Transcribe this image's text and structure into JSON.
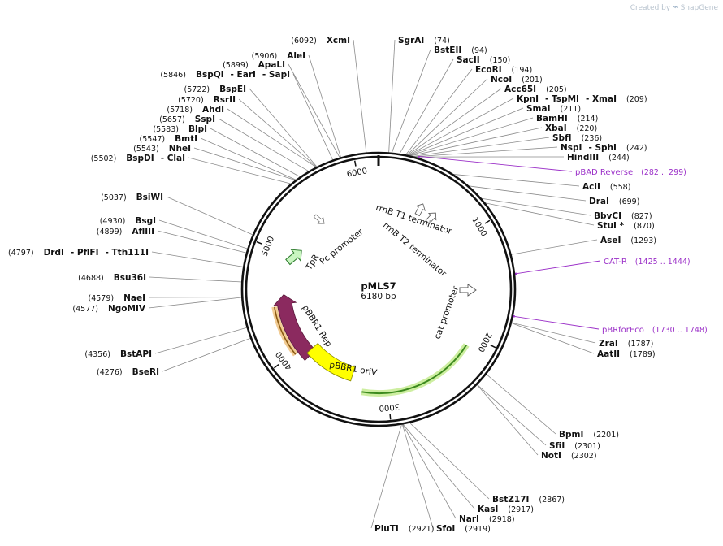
{
  "brand": {
    "prefix": "Created by",
    "name": "SnapGene"
  },
  "plasmid": {
    "name": "pMLS7",
    "length": 6180,
    "length_label": "6180 bp"
  },
  "ticks": [
    {
      "pos": 1000,
      "label": "1000"
    },
    {
      "pos": 2000,
      "label": "2000"
    },
    {
      "pos": 3000,
      "label": "3000"
    },
    {
      "pos": 4000,
      "label": "4000"
    },
    {
      "pos": 5000,
      "label": "5000"
    },
    {
      "pos": 6000,
      "label": "6000"
    }
  ],
  "sites_right": [
    {
      "parts": [
        "SgrAI"
      ],
      "pos": "(74)",
      "bp": 74
    },
    {
      "parts": [
        "BstEII"
      ],
      "pos": "(94)",
      "bp": 94
    },
    {
      "parts": [
        "SacII"
      ],
      "pos": "(150)",
      "bp": 150
    },
    {
      "parts": [
        "EcoRI"
      ],
      "pos": "(194)",
      "bp": 194
    },
    {
      "parts": [
        "NcoI"
      ],
      "pos": "(201)",
      "bp": 201
    },
    {
      "parts": [
        "Acc65I"
      ],
      "pos": "(205)",
      "bp": 205
    },
    {
      "parts": [
        "KpnI",
        "- TspMI",
        "- XmaI"
      ],
      "pos": "(209)",
      "bp": 209
    },
    {
      "parts": [
        "SmaI"
      ],
      "pos": "(211)",
      "bp": 211
    },
    {
      "parts": [
        "BamHI"
      ],
      "pos": "(214)",
      "bp": 214
    },
    {
      "parts": [
        "XbaI"
      ],
      "pos": "(220)",
      "bp": 220
    },
    {
      "parts": [
        "SbfI"
      ],
      "pos": "(236)",
      "bp": 236
    },
    {
      "parts": [
        "NspI",
        "- SphI"
      ],
      "pos": "(242)",
      "bp": 242
    },
    {
      "parts": [
        "HindIII"
      ],
      "pos": "(244)",
      "bp": 244
    },
    {
      "parts": [
        "AclI"
      ],
      "pos": "(558)",
      "bp": 558
    },
    {
      "parts": [
        "DraI"
      ],
      "pos": "(699)",
      "bp": 699
    },
    {
      "parts": [
        "BbvCI"
      ],
      "pos": "(827)",
      "bp": 827
    },
    {
      "parts": [
        "StuI *"
      ],
      "pos": "(870)",
      "bp": 870
    },
    {
      "parts": [
        "AseI"
      ],
      "pos": "(1293)",
      "bp": 1293
    },
    {
      "parts": [
        "ZraI"
      ],
      "pos": "(1787)",
      "bp": 1787
    },
    {
      "parts": [
        "AatII"
      ],
      "pos": "(1789)",
      "bp": 1789
    },
    {
      "parts": [
        "BpmI"
      ],
      "pos": "(2201)",
      "bp": 2201
    },
    {
      "parts": [
        "SfiI"
      ],
      "pos": "(2301)",
      "bp": 2301
    },
    {
      "parts": [
        "NotI"
      ],
      "pos": "(2302)",
      "bp": 2302
    },
    {
      "parts": [
        "BstZ17I"
      ],
      "pos": "(2867)",
      "bp": 2867
    },
    {
      "parts": [
        "KasI"
      ],
      "pos": "(2917)",
      "bp": 2917
    },
    {
      "parts": [
        "NarI"
      ],
      "pos": "(2918)",
      "bp": 2918
    },
    {
      "parts": [
        "SfoI"
      ],
      "pos": "(2919)",
      "bp": 2919
    },
    {
      "parts": [
        "PluTI"
      ],
      "pos": "(2921)",
      "bp": 2921
    }
  ],
  "sites_left": [
    {
      "parts": [
        "XcmI"
      ],
      "pos": "(6092)",
      "bp": 6092
    },
    {
      "parts": [
        "AleI"
      ],
      "pos": "(5906)",
      "bp": 5906
    },
    {
      "parts": [
        "ApaLI"
      ],
      "pos": "(5899)",
      "bp": 5899
    },
    {
      "parts": [
        "BspQI",
        "- EarI",
        "- SapI"
      ],
      "pos": "(5846)",
      "bp": 5846
    },
    {
      "parts": [
        "BspEI"
      ],
      "pos": "(5722)",
      "bp": 5722
    },
    {
      "parts": [
        "RsrII"
      ],
      "pos": "(5720)",
      "bp": 5720
    },
    {
      "parts": [
        "AhdI"
      ],
      "pos": "(5718)",
      "bp": 5718
    },
    {
      "parts": [
        "SspI"
      ],
      "pos": "(5657)",
      "bp": 5657
    },
    {
      "parts": [
        "BlpI"
      ],
      "pos": "(5583)",
      "bp": 5583
    },
    {
      "parts": [
        "BmtI"
      ],
      "pos": "(5547)",
      "bp": 5547
    },
    {
      "parts": [
        "NheI"
      ],
      "pos": "(5543)",
      "bp": 5543
    },
    {
      "parts": [
        "BspDI",
        "- ClaI"
      ],
      "pos": "(5502)",
      "bp": 5502
    },
    {
      "parts": [
        "BsiWI"
      ],
      "pos": "(5037)",
      "bp": 5037
    },
    {
      "parts": [
        "BsgI"
      ],
      "pos": "(4930)",
      "bp": 4930
    },
    {
      "parts": [
        "AflIII"
      ],
      "pos": "(4899)",
      "bp": 4899
    },
    {
      "parts": [
        "DrdI",
        "- PflFI",
        "- Tth111I"
      ],
      "pos": "(4797)",
      "bp": 4797
    },
    {
      "parts": [
        "Bsu36I"
      ],
      "pos": "(4688)",
      "bp": 4688
    },
    {
      "parts": [
        "NaeI"
      ],
      "pos": "(4579)",
      "bp": 4579
    },
    {
      "parts": [
        "NgoMIV"
      ],
      "pos": "(4577)",
      "bp": 4577
    },
    {
      "parts": [
        "BstAPI"
      ],
      "pos": "(4356)",
      "bp": 4356
    },
    {
      "parts": [
        "BseRI"
      ],
      "pos": "(4276)",
      "bp": 4276
    }
  ],
  "primers": [
    {
      "name": "pBAD Reverse",
      "range": "(282 .. 299)",
      "bp": 290
    },
    {
      "name": "CAT-R",
      "range": "(1425 .. 1444)",
      "bp": 1434
    },
    {
      "name": "pBRforEco",
      "range": "(1730 .. 1748)",
      "bp": 1739
    }
  ],
  "features": {
    "rrnb_t1": "rrnB T1 terminator",
    "rrnb_t2": "rrnB T2 terminator",
    "cat_promoter": "cat promoter",
    "pc_promoter": "Pc promoter",
    "tpr": "TpR",
    "pbbr1_rep": "pBBR1 Rep",
    "pbbr1_oriv": "pBBR1 oriV"
  },
  "colors": {
    "backbone": "#111111",
    "site_line": "#8a8a8a",
    "primer": "#9b30c8",
    "rep": "#8b2a5f",
    "oriv": "#ffff00",
    "cm_green": "#3c8a1e",
    "cm_glow": "#cdeea0",
    "orange": "#e6a13a",
    "tpr_fill": "#c8f5c0"
  }
}
